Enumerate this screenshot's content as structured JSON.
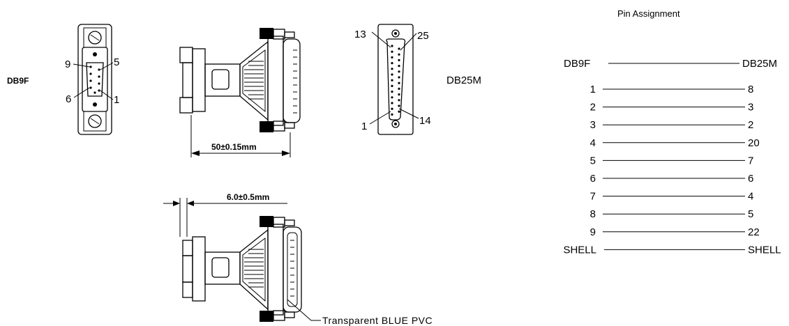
{
  "left_connector": {
    "label": "DB9F",
    "pins": {
      "top_left": "9",
      "top_right": "5",
      "bottom_left": "6",
      "bottom_right": "1"
    }
  },
  "side_view": {
    "length_dim": "50±0.15mm"
  },
  "bottom_view": {
    "thickness_dim": "6.0±0.5mm",
    "material_note": "Transparent BLUE PVC"
  },
  "right_connector": {
    "label": "DB25M",
    "pins": {
      "top_left": "13",
      "top_right": "25",
      "bottom_left": "1",
      "bottom_right": "14"
    }
  },
  "pin_table": {
    "title": "Pin Assignment",
    "header_left": "DB9F",
    "header_right": "DB25M",
    "rows": [
      {
        "left": "1",
        "right": "8"
      },
      {
        "left": "2",
        "right": "3"
      },
      {
        "left": "3",
        "right": "2"
      },
      {
        "left": "4",
        "right": "20"
      },
      {
        "left": "5",
        "right": "7"
      },
      {
        "left": "6",
        "right": "6"
      },
      {
        "left": "7",
        "right": "4"
      },
      {
        "left": "8",
        "right": "5"
      },
      {
        "left": "9",
        "right": "22"
      },
      {
        "left": "SHELL",
        "right": "SHELL"
      }
    ]
  }
}
